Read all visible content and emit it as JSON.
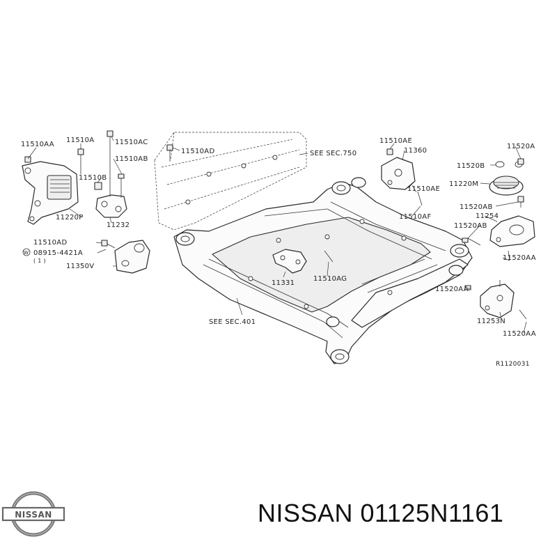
{
  "labels": {
    "l_11510AA": "11510AA",
    "l_11510A": "11510A",
    "l_11510AC": "11510AC",
    "l_11510AB": "11510AB",
    "l_11510AD_top": "11510AD",
    "l_see750": "SEE SEC.750",
    "l_11510AE_top": "11510AE",
    "l_11360": "11360",
    "l_11510AE_right": "11510AE",
    "l_11510AF": "11510AF",
    "l_11520A": "11520A",
    "l_11520B": "11520B",
    "l_11220M": "11220M",
    "l_11520AB_1": "11520AB",
    "l_11254": "11254",
    "l_11520AB_2": "11520AB",
    "l_11520AA_1": "11520AA",
    "l_11520AA_2": "11520AA",
    "l_11253N": "11253N",
    "l_11520AA_3": "11520AA",
    "l_11510B": "11510B",
    "l_11220P": "11220P",
    "l_11232": "11232",
    "l_11510AD_left": "11510AD",
    "l_08915": "08915-4421A",
    "l_qty": "( 1 )",
    "l_w": "W",
    "l_11350V": "11350V",
    "l_11331": "11331",
    "l_11510AG": "11510AG",
    "l_see401": "SEE SEC.401",
    "l_ref": "R1120031"
  },
  "logo": {
    "text": "NISSAN"
  },
  "caption": {
    "text": "NISSAN 01125N1161"
  }
}
